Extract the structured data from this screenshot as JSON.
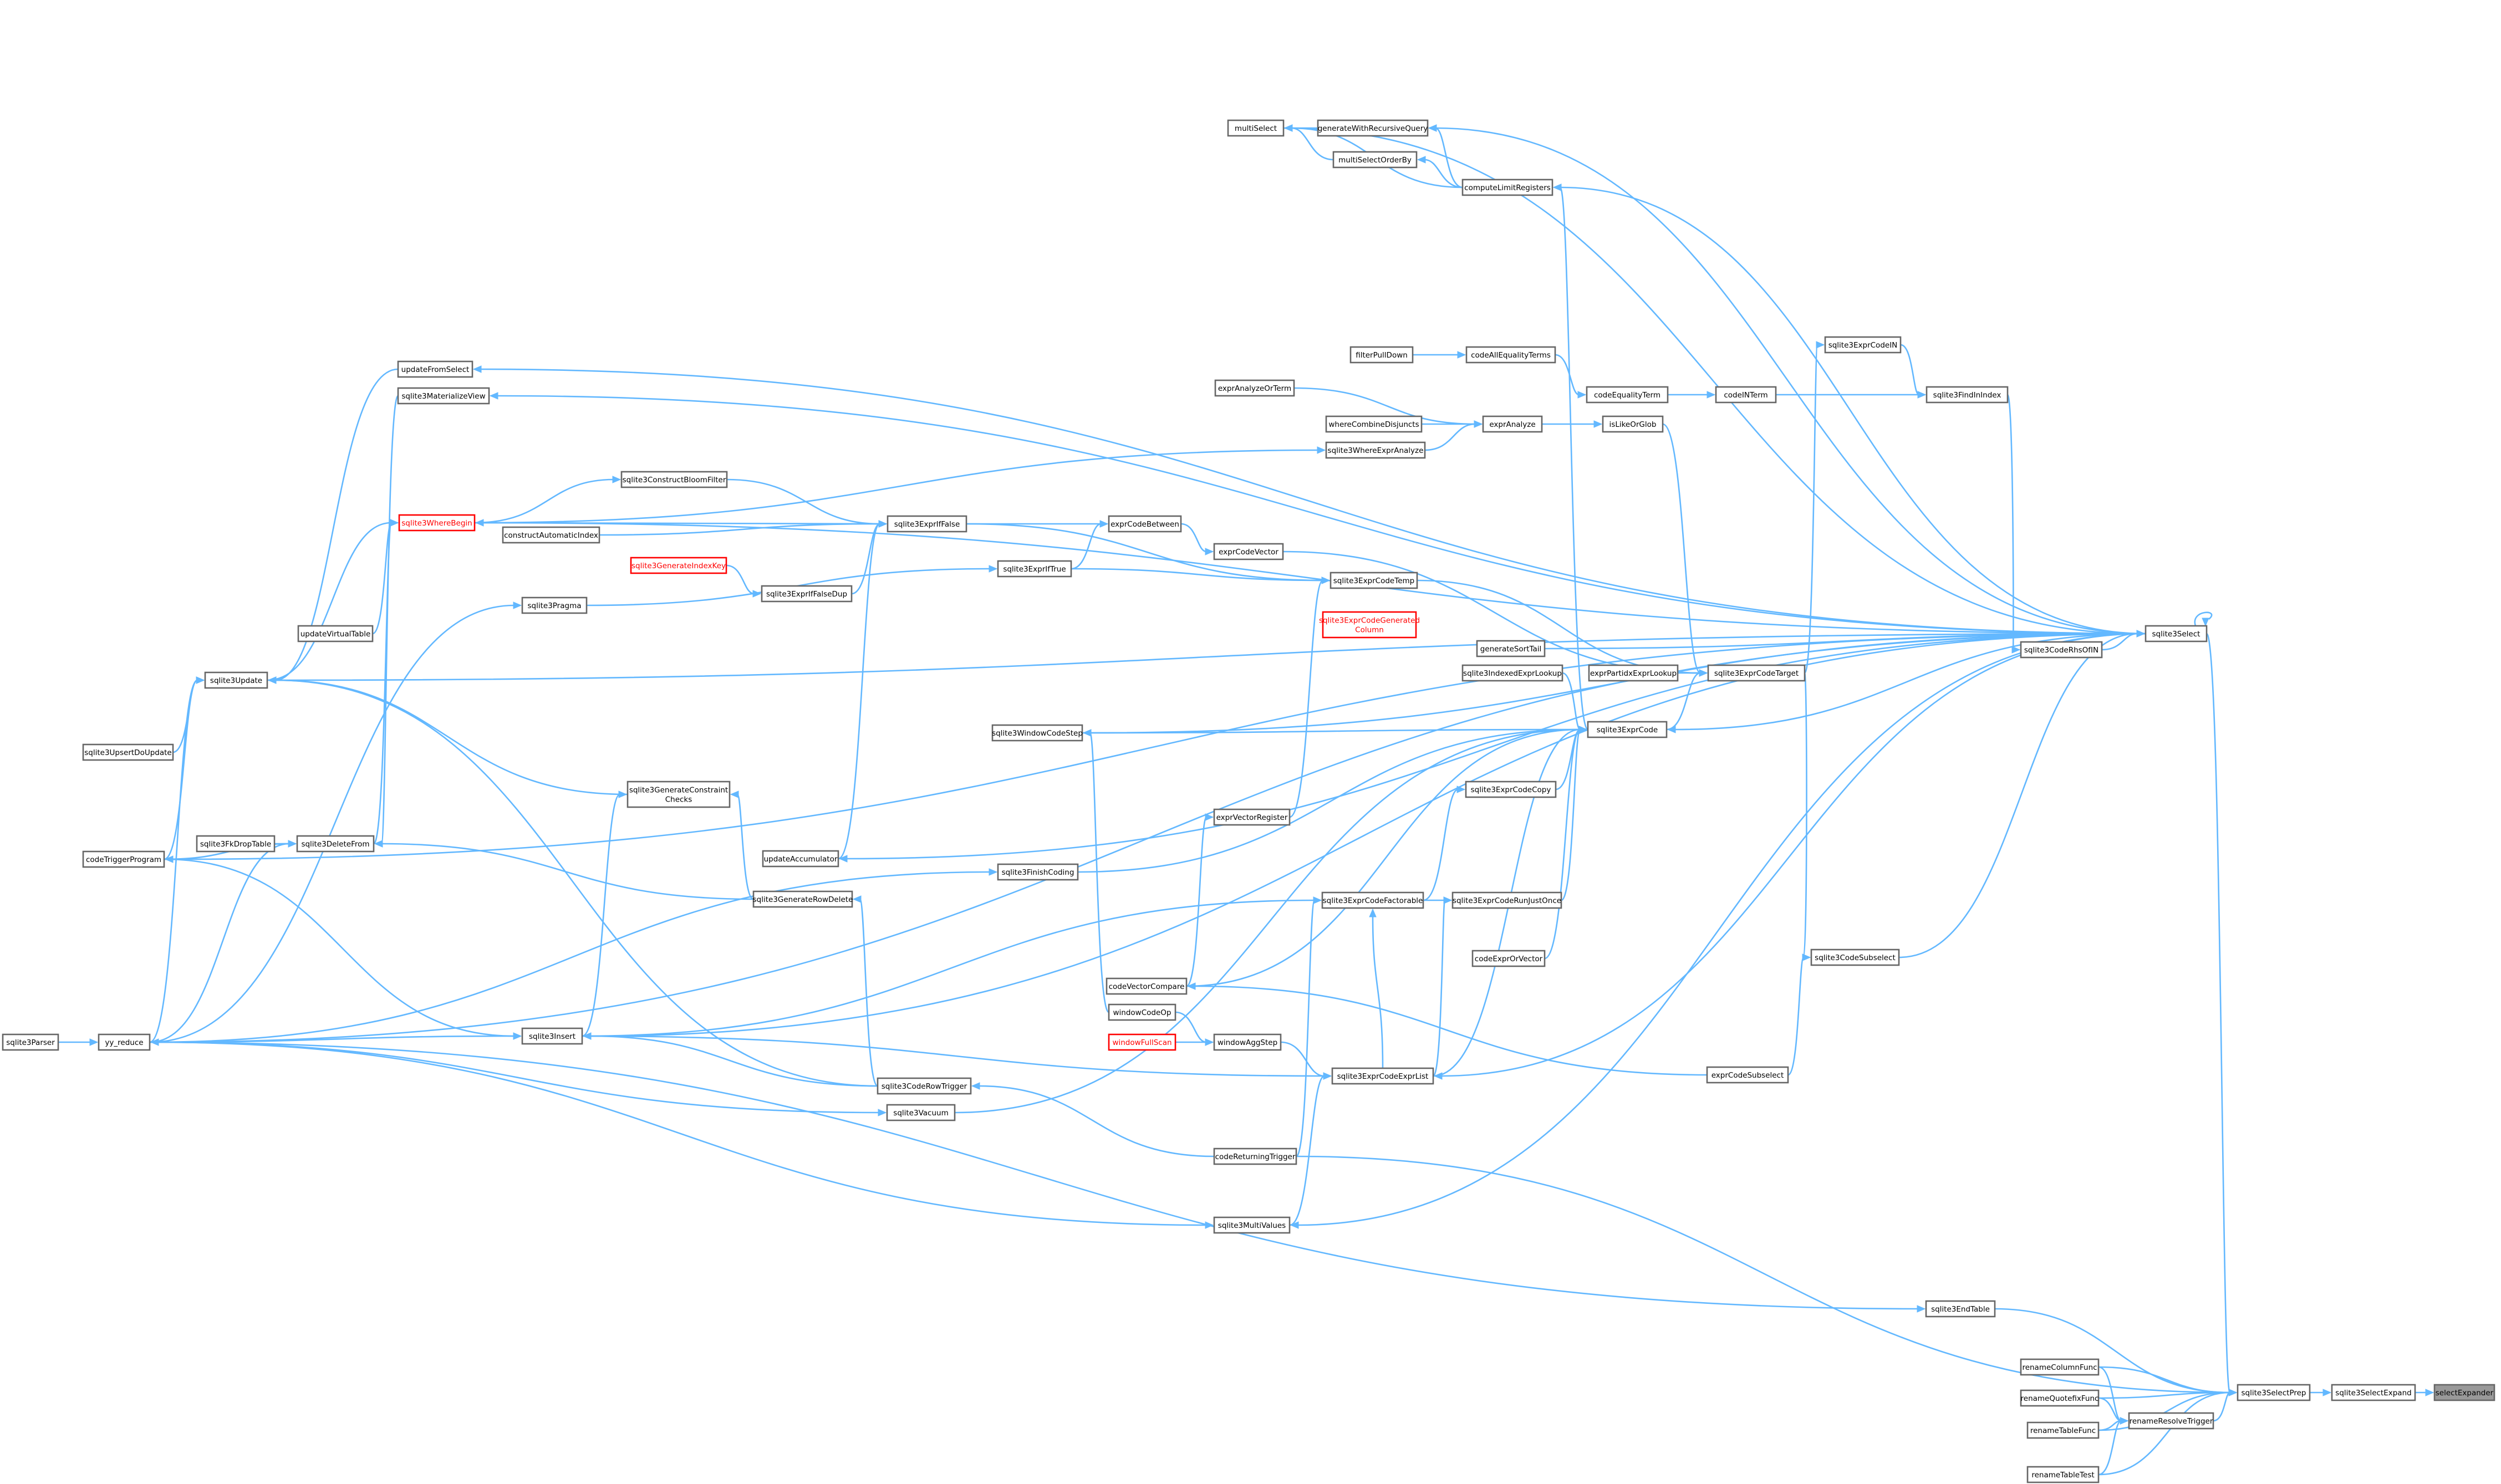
{
  "graph": {
    "direction": "right-to-left",
    "root": "selectExpander",
    "colors": {
      "edge": "#63b8ff",
      "node_border": "#666666",
      "error_node": "#ff0000",
      "current_node_fill": "#999999"
    },
    "nodes": [
      {
        "id": "selectExpander",
        "label": [
          "selectExpander"
        ],
        "style": "current"
      },
      {
        "id": "sqlite3SelectExpand",
        "label": [
          "sqlite3SelectExpand"
        ]
      },
      {
        "id": "sqlite3SelectPrep",
        "label": [
          "sqlite3SelectPrep"
        ]
      },
      {
        "id": "renameColumnFunc",
        "label": [
          "renameColumnFunc"
        ]
      },
      {
        "id": "renameQuotefixFunc",
        "label": [
          "renameQuotefixFunc"
        ]
      },
      {
        "id": "renameResolveTrigger",
        "label": [
          "renameResolveTrigger"
        ]
      },
      {
        "id": "renameTableFunc",
        "label": [
          "renameTableFunc"
        ]
      },
      {
        "id": "renameTableTest",
        "label": [
          "renameTableTest"
        ]
      },
      {
        "id": "sqlite3EndTable",
        "label": [
          "sqlite3EndTable"
        ]
      },
      {
        "id": "sqlite3Select",
        "label": [
          "sqlite3Select"
        ]
      },
      {
        "id": "sqlite3CodeRhsOfIN",
        "label": [
          "sqlite3CodeRhsOfIN"
        ]
      },
      {
        "id": "sqlite3CodeSubselect",
        "label": [
          "sqlite3CodeSubselect"
        ]
      },
      {
        "id": "exprCodeSubselect",
        "label": [
          "exprCodeSubselect"
        ]
      },
      {
        "id": "sqlite3FindInIndex",
        "label": [
          "sqlite3FindInIndex"
        ]
      },
      {
        "id": "sqlite3ExprCodeIN",
        "label": [
          "sqlite3ExprCodeIN"
        ]
      },
      {
        "id": "codeINTerm",
        "label": [
          "codeINTerm"
        ]
      },
      {
        "id": "codeEqualityTerm",
        "label": [
          "codeEqualityTerm"
        ]
      },
      {
        "id": "codeAllEqualityTerms",
        "label": [
          "codeAllEqualityTerms"
        ]
      },
      {
        "id": "filterPullDown",
        "label": [
          "filterPullDown"
        ]
      },
      {
        "id": "sqlite3ExprCodeTarget",
        "label": [
          "sqlite3ExprCodeTarget"
        ]
      },
      {
        "id": "exprPartidxExprLookup",
        "label": [
          "exprPartidxExprLookup"
        ]
      },
      {
        "id": "sqlite3IndexedExprLookup",
        "label": [
          "sqlite3IndexedExprLookup"
        ]
      },
      {
        "id": "generateSortTail",
        "label": [
          "generateSortTail"
        ]
      },
      {
        "id": "sqlite3ExprCode",
        "label": [
          "sqlite3ExprCode"
        ]
      },
      {
        "id": "isLikeOrGlob",
        "label": [
          "isLikeOrGlob"
        ]
      },
      {
        "id": "exprAnalyze",
        "label": [
          "exprAnalyze"
        ]
      },
      {
        "id": "exprAnalyzeOrTerm",
        "label": [
          "exprAnalyzeOrTerm"
        ]
      },
      {
        "id": "whereCombineDisjuncts",
        "label": [
          "whereCombineDisjuncts"
        ]
      },
      {
        "id": "sqlite3WhereExprAnalyze",
        "label": [
          "sqlite3WhereExprAnalyze"
        ]
      },
      {
        "id": "sqlite3ExprCodeTemp",
        "label": [
          "sqlite3ExprCodeTemp"
        ]
      },
      {
        "id": "sqlite3ExprCodeGeneratedColumn",
        "label": [
          "sqlite3ExprCodeGenerated",
          "Column"
        ],
        "style": "red"
      },
      {
        "id": "exprCodeVector",
        "label": [
          "exprCodeVector"
        ]
      },
      {
        "id": "exprCodeBetween",
        "label": [
          "exprCodeBetween"
        ]
      },
      {
        "id": "sqlite3ExprIfFalse",
        "label": [
          "sqlite3ExprIfFalse"
        ]
      },
      {
        "id": "sqlite3ExprIfTrue",
        "label": [
          "sqlite3ExprIfTrue"
        ]
      },
      {
        "id": "sqlite3ExprIfFalseDup",
        "label": [
          "sqlite3ExprIfFalseDup"
        ]
      },
      {
        "id": "sqlite3ConstructBloomFilter",
        "label": [
          "sqlite3ConstructBloomFilter"
        ]
      },
      {
        "id": "sqlite3WhereBegin",
        "label": [
          "sqlite3WhereBegin"
        ],
        "style": "red"
      },
      {
        "id": "constructAutomaticIndex",
        "label": [
          "constructAutomaticIndex"
        ]
      },
      {
        "id": "sqlite3GenerateIndexKey",
        "label": [
          "sqlite3GenerateIndexKey"
        ],
        "style": "red"
      },
      {
        "id": "sqlite3Pragma",
        "label": [
          "sqlite3Pragma"
        ]
      },
      {
        "id": "updateVirtualTable",
        "label": [
          "updateVirtualTable"
        ]
      },
      {
        "id": "sqlite3Update",
        "label": [
          "sqlite3Update"
        ]
      },
      {
        "id": "updateFromSelect",
        "label": [
          "updateFromSelect"
        ]
      },
      {
        "id": "sqlite3MaterializeView",
        "label": [
          "sqlite3MaterializeView"
        ]
      },
      {
        "id": "sqlite3UpsertDoUpdate",
        "label": [
          "sqlite3UpsertDoUpdate"
        ]
      },
      {
        "id": "codeTriggerProgram",
        "label": [
          "codeTriggerProgram"
        ]
      },
      {
        "id": "sqlite3FkDropTable",
        "label": [
          "sqlite3FkDropTable"
        ]
      },
      {
        "id": "sqlite3DeleteFrom",
        "label": [
          "sqlite3DeleteFrom"
        ]
      },
      {
        "id": "sqlite3Parser",
        "label": [
          "sqlite3Parser"
        ]
      },
      {
        "id": "yy_reduce",
        "label": [
          "yy_reduce"
        ]
      },
      {
        "id": "sqlite3Insert",
        "label": [
          "sqlite3Insert"
        ]
      },
      {
        "id": "sqlite3GenerateConstraintChecks",
        "label": [
          "sqlite3GenerateConstraint",
          "Checks"
        ]
      },
      {
        "id": "sqlite3GenerateRowDelete",
        "label": [
          "sqlite3GenerateRowDelete"
        ]
      },
      {
        "id": "updateAccumulator",
        "label": [
          "updateAccumulator"
        ]
      },
      {
        "id": "sqlite3FinishCoding",
        "label": [
          "sqlite3FinishCoding"
        ]
      },
      {
        "id": "sqlite3WindowCodeStep",
        "label": [
          "sqlite3WindowCodeStep"
        ]
      },
      {
        "id": "sqlite3CodeRowTrigger",
        "label": [
          "sqlite3CodeRowTrigger"
        ]
      },
      {
        "id": "sqlite3Vacuum",
        "label": [
          "sqlite3Vacuum"
        ]
      },
      {
        "id": "codeReturningTrigger",
        "label": [
          "codeReturningTrigger"
        ]
      },
      {
        "id": "sqlite3MultiValues",
        "label": [
          "sqlite3MultiValues"
        ]
      },
      {
        "id": "exprVectorRegister",
        "label": [
          "exprVectorRegister"
        ]
      },
      {
        "id": "sqlite3ExprCodeCopy",
        "label": [
          "sqlite3ExprCodeCopy"
        ]
      },
      {
        "id": "sqlite3ExprCodeFactorable",
        "label": [
          "sqlite3ExprCodeFactorable"
        ]
      },
      {
        "id": "sqlite3ExprCodeRunJustOnce",
        "label": [
          "sqlite3ExprCodeRunJustOnce"
        ]
      },
      {
        "id": "codeExprOrVector",
        "label": [
          "codeExprOrVector"
        ]
      },
      {
        "id": "codeVectorCompare",
        "label": [
          "codeVectorCompare"
        ]
      },
      {
        "id": "windowCodeOp",
        "label": [
          "windowCodeOp"
        ]
      },
      {
        "id": "windowFullScan",
        "label": [
          "windowFullScan"
        ],
        "style": "red"
      },
      {
        "id": "windowAggStep",
        "label": [
          "windowAggStep"
        ]
      },
      {
        "id": "sqlite3ExprCodeExprList",
        "label": [
          "sqlite3ExprCodeExprList"
        ]
      },
      {
        "id": "multiSelect",
        "label": [
          "multiSelect"
        ]
      },
      {
        "id": "generateWithRecursiveQuery",
        "label": [
          "generateWithRecursiveQuery"
        ]
      },
      {
        "id": "multiSelectOrderBy",
        "label": [
          "multiSelectOrderBy"
        ]
      },
      {
        "id": "computeLimitRegisters",
        "label": [
          "computeLimitRegisters"
        ]
      }
    ],
    "edges": [
      [
        "sqlite3SelectExpand",
        "selectExpander"
      ],
      [
        "sqlite3SelectPrep",
        "sqlite3SelectExpand"
      ],
      [
        "renameColumnFunc",
        "sqlite3SelectPrep"
      ],
      [
        "renameQuotefixFunc",
        "sqlite3SelectPrep"
      ],
      [
        "renameResolveTrigger",
        "sqlite3SelectPrep"
      ],
      [
        "renameTableFunc",
        "sqlite3SelectPrep"
      ],
      [
        "renameTableTest",
        "sqlite3SelectPrep"
      ],
      [
        "sqlite3EndTable",
        "sqlite3SelectPrep"
      ],
      [
        "sqlite3Select",
        "sqlite3SelectPrep"
      ],
      [
        "codeReturningTrigger",
        "sqlite3SelectPrep"
      ],
      [
        "renameColumnFunc",
        "renameResolveTrigger"
      ],
      [
        "renameQuotefixFunc",
        "renameResolveTrigger"
      ],
      [
        "renameTableFunc",
        "renameResolveTrigger"
      ],
      [
        "renameTableTest",
        "renameResolveTrigger"
      ],
      [
        "yy_reduce",
        "sqlite3EndTable"
      ],
      [
        "sqlite3Select",
        "sqlite3Select"
      ],
      [
        "sqlite3CodeRhsOfIN",
        "sqlite3Select"
      ],
      [
        "sqlite3CodeSubselect",
        "sqlite3Select"
      ],
      [
        "sqlite3FindInIndex",
        "sqlite3CodeRhsOfIN"
      ],
      [
        "sqlite3ExprCodeTarget",
        "sqlite3CodeSubselect"
      ],
      [
        "exprCodeSubselect",
        "sqlite3CodeSubselect"
      ],
      [
        "sqlite3ExprCodeIN",
        "sqlite3FindInIndex"
      ],
      [
        "codeINTerm",
        "sqlite3FindInIndex"
      ],
      [
        "codeEqualityTerm",
        "codeINTerm"
      ],
      [
        "codeAllEqualityTerms",
        "codeEqualityTerm"
      ],
      [
        "filterPullDown",
        "codeAllEqualityTerms"
      ],
      [
        "sqlite3ExprCodeTarget",
        "sqlite3ExprCodeIN"
      ],
      [
        "exprPartidxExprLookup",
        "sqlite3ExprCodeTarget"
      ],
      [
        "sqlite3ExprCode",
        "sqlite3ExprCodeTarget"
      ],
      [
        "sqlite3ExprCodeTemp",
        "sqlite3ExprCodeTarget"
      ],
      [
        "sqlite3IndexedExprLookup",
        "sqlite3ExprCode"
      ],
      [
        "generateSortTail",
        "sqlite3Select"
      ],
      [
        "isLikeOrGlob",
        "sqlite3ExprCodeTarget"
      ],
      [
        "exprAnalyze",
        "isLikeOrGlob"
      ],
      [
        "exprAnalyzeOrTerm",
        "exprAnalyze"
      ],
      [
        "whereCombineDisjuncts",
        "exprAnalyze"
      ],
      [
        "sqlite3WhereExprAnalyze",
        "exprAnalyze"
      ],
      [
        "sqlite3WhereBegin",
        "sqlite3WhereExprAnalyze"
      ],
      [
        "exprCodeVector",
        "sqlite3ExprCodeTarget"
      ],
      [
        "exprCodeBetween",
        "exprCodeVector"
      ],
      [
        "sqlite3ExprIfFalse",
        "exprCodeBetween"
      ],
      [
        "sqlite3ExprIfTrue",
        "exprCodeBetween"
      ],
      [
        "sqlite3ExprIfFalse",
        "sqlite3ExprCodeTemp"
      ],
      [
        "sqlite3ExprIfTrue",
        "sqlite3ExprCodeTemp"
      ],
      [
        "sqlite3ExprIfFalseDup",
        "sqlite3ExprIfFalse"
      ],
      [
        "sqlite3ConstructBloomFilter",
        "sqlite3ExprIfFalse"
      ],
      [
        "sqlite3WhereBegin",
        "sqlite3ExprIfFalse"
      ],
      [
        "constructAutomaticIndex",
        "sqlite3ExprIfFalse"
      ],
      [
        "sqlite3Pragma",
        "sqlite3ExprIfTrue"
      ],
      [
        "sqlite3GenerateIndexKey",
        "sqlite3ExprIfFalseDup"
      ],
      [
        "sqlite3WhereBegin",
        "sqlite3ConstructBloomFilter"
      ],
      [
        "updateVirtualTable",
        "sqlite3WhereBegin"
      ],
      [
        "sqlite3Update",
        "sqlite3WhereBegin"
      ],
      [
        "sqlite3DeleteFrom",
        "sqlite3WhereBegin"
      ],
      [
        "updateFromSelect",
        "sqlite3Update"
      ],
      [
        "sqlite3MaterializeView",
        "sqlite3DeleteFrom"
      ],
      [
        "sqlite3UpsertDoUpdate",
        "sqlite3Update"
      ],
      [
        "codeTriggerProgram",
        "sqlite3Update"
      ],
      [
        "codeTriggerProgram",
        "sqlite3DeleteFrom"
      ],
      [
        "codeTriggerProgram",
        "sqlite3Insert"
      ],
      [
        "sqlite3FkDropTable",
        "sqlite3DeleteFrom"
      ],
      [
        "yy_reduce",
        "sqlite3Update"
      ],
      [
        "yy_reduce",
        "sqlite3DeleteFrom"
      ],
      [
        "yy_reduce",
        "sqlite3Insert"
      ],
      [
        "yy_reduce",
        "sqlite3Pragma"
      ],
      [
        "yy_reduce",
        "sqlite3Vacuum"
      ],
      [
        "yy_reduce",
        "sqlite3FinishCoding"
      ],
      [
        "yy_reduce",
        "sqlite3MultiValues"
      ],
      [
        "sqlite3Parser",
        "yy_reduce"
      ],
      [
        "sqlite3Insert",
        "sqlite3GenerateConstraintChecks"
      ],
      [
        "sqlite3GenerateConstraintChecks",
        "sqlite3Update"
      ],
      [
        "sqlite3GenerateRowDelete",
        "sqlite3GenerateConstraintChecks"
      ],
      [
        "sqlite3GenerateRowDelete",
        "sqlite3DeleteFrom"
      ],
      [
        "sqlite3CodeRowTrigger",
        "sqlite3GenerateRowDelete"
      ],
      [
        "sqlite3CodeRowTrigger",
        "sqlite3Insert"
      ],
      [
        "sqlite3CodeRowTrigger",
        "sqlite3Update"
      ],
      [
        "codeReturningTrigger",
        "sqlite3CodeRowTrigger"
      ],
      [
        "updateAccumulator",
        "sqlite3ExprIfFalse"
      ],
      [
        "sqlite3WindowCodeStep",
        "sqlite3ExprCode"
      ],
      [
        "windowCodeOp",
        "sqlite3WindowCodeStep"
      ],
      [
        "windowFullScan",
        "windowAggStep"
      ],
      [
        "windowCodeOp",
        "windowAggStep"
      ],
      [
        "windowAggStep",
        "sqlite3ExprCodeExprList"
      ],
      [
        "exprVectorRegister",
        "sqlite3ExprCodeTemp"
      ],
      [
        "sqlite3ExprCodeCopy",
        "sqlite3ExprCode"
      ],
      [
        "sqlite3ExprCodeFactorable",
        "sqlite3ExprCodeCopy"
      ],
      [
        "sqlite3ExprCodeFactorable",
        "sqlite3ExprCodeRunJustOnce"
      ],
      [
        "sqlite3ExprCodeRunJustOnce",
        "sqlite3ExprCode"
      ],
      [
        "codeExprOrVector",
        "sqlite3ExprCode"
      ],
      [
        "codeVectorCompare",
        "exprVectorRegister"
      ],
      [
        "codeVectorCompare",
        "sqlite3ExprCode"
      ],
      [
        "sqlite3ExprCodeExprList",
        "sqlite3ExprCode"
      ],
      [
        "sqlite3ExprCodeExprList",
        "sqlite3ExprCodeFactorable"
      ],
      [
        "sqlite3ExprCodeExprList",
        "sqlite3ExprCodeRunJustOnce"
      ],
      [
        "sqlite3MultiValues",
        "sqlite3ExprCodeExprList"
      ],
      [
        "codeReturningTrigger",
        "sqlite3ExprCodeFactorable"
      ],
      [
        "sqlite3Insert",
        "sqlite3ExprCodeFactorable"
      ],
      [
        "sqlite3Insert",
        "sqlite3ExprCodeExprList"
      ],
      [
        "sqlite3Vacuum",
        "sqlite3ExprCode"
      ],
      [
        "sqlite3FinishCoding",
        "sqlite3ExprCode"
      ],
      [
        "multiSelect",
        "sqlite3Select"
      ],
      [
        "generateWithRecursiveQuery",
        "multiSelect"
      ],
      [
        "multiSelectOrderBy",
        "multiSelect"
      ],
      [
        "computeLimitRegisters",
        "multiSelect"
      ],
      [
        "computeLimitRegisters",
        "generateWithRecursiveQuery"
      ],
      [
        "computeLimitRegisters",
        "multiSelectOrderBy"
      ],
      [
        "sqlite3Select",
        "computeLimitRegisters"
      ],
      [
        "sqlite3ExprCode",
        "computeLimitRegisters"
      ],
      [
        "sqlite3Select",
        "generateWithRecursiveQuery"
      ],
      [
        "sqlite3Select",
        "sqlite3Update"
      ],
      [
        "sqlite3Select",
        "updateFromSelect"
      ],
      [
        "sqlite3Select",
        "sqlite3MaterializeView"
      ],
      [
        "sqlite3Select",
        "sqlite3WhereBegin"
      ],
      [
        "sqlite3Select",
        "sqlite3Insert"
      ],
      [
        "sqlite3Select",
        "yy_reduce"
      ],
      [
        "sqlite3Select",
        "codeTriggerProgram"
      ],
      [
        "sqlite3Select",
        "sqlite3MultiValues"
      ],
      [
        "sqlite3Select",
        "updateAccumulator"
      ],
      [
        "sqlite3Select",
        "sqlite3ExprCodeExprList"
      ],
      [
        "sqlite3Select",
        "sqlite3ExprCode"
      ],
      [
        "sqlite3Select",
        "sqlite3WindowCodeStep"
      ],
      [
        "exprCodeSubselect",
        "codeVectorCompare"
      ]
    ]
  }
}
